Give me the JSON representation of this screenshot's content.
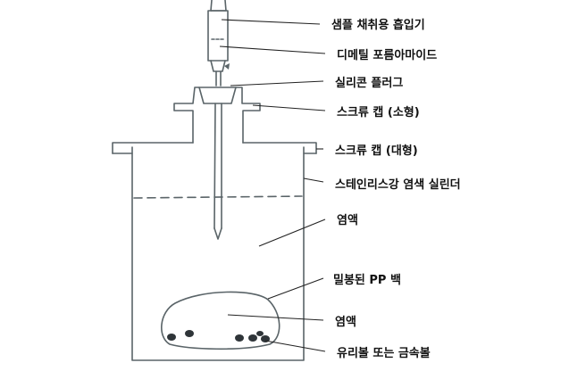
{
  "labels": {
    "sampling_port": "샘플 채취용 흡입기",
    "dmf": "디메틸 포름아마이드",
    "silicone_plug": "실리콘 플러그",
    "screw_cap_small": "스크류 캡 (소형)",
    "screw_cap_large": "스크류 캡 (대형)",
    "cylinder": "스테인리스강 염색 실린더",
    "dye_liquor_outer": "염액",
    "pp_bag": "밀봉된 PP 백",
    "dye_liquor_inner": "염액",
    "balls": "유리볼 또는 금속볼"
  },
  "colors": {
    "ink": "#5a6468",
    "text": "#111111",
    "background": "#ffffff"
  }
}
